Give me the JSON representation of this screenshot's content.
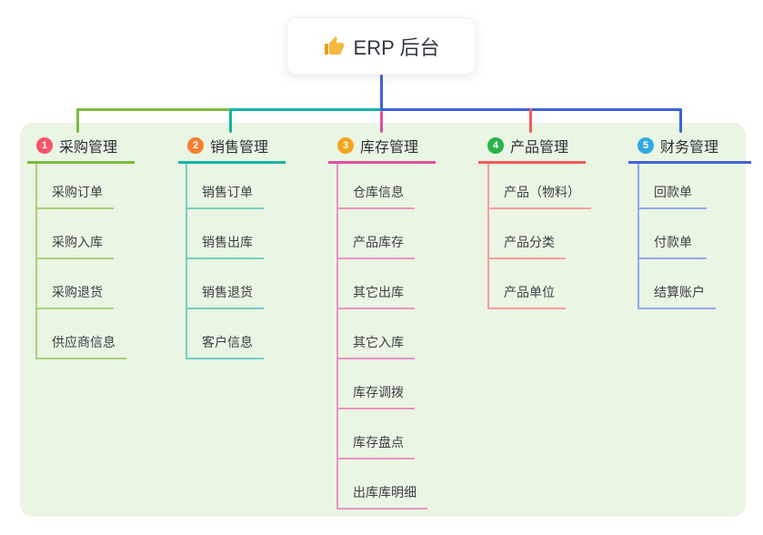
{
  "root": {
    "label": "ERP 后台",
    "icon": "thumbs-up",
    "icon_color": "#f5b940",
    "connector_color": "#4062d8"
  },
  "canvas": {
    "background": "#eaf5e3"
  },
  "branches": [
    {
      "index": "1",
      "label": "采购管理",
      "badge": "#f4566b",
      "line": "#7cbb3f",
      "light": "#a9d07e",
      "children": [
        "采购订单",
        "采购入库",
        "采购退货",
        "供应商信息"
      ]
    },
    {
      "index": "2",
      "label": "销售管理",
      "badge": "#f67f2f",
      "line": "#14b3a2",
      "light": "#73cfc1",
      "children": [
        "销售订单",
        "销售出库",
        "销售退货",
        "客户信息"
      ]
    },
    {
      "index": "3",
      "label": "库存管理",
      "badge": "#f3a51f",
      "line": "#de4f9e",
      "light": "#ea93c3",
      "children": [
        "仓库信息",
        "产品库存",
        "其它出库",
        "其它入库",
        "库存调拨",
        "库存盘点",
        "出库库明细"
      ]
    },
    {
      "index": "4",
      "label": "产品管理",
      "badge": "#2bb34b",
      "line": "#f15a5a",
      "light": "#f59e9e",
      "children": [
        "产品（物料）",
        "产品分类",
        "产品单位"
      ]
    },
    {
      "index": "5",
      "label": "财务管理",
      "badge": "#30a9e3",
      "line": "#4062d8",
      "light": "#93a9e6",
      "children": [
        "回款单",
        "付款单",
        "结算账户"
      ]
    }
  ]
}
